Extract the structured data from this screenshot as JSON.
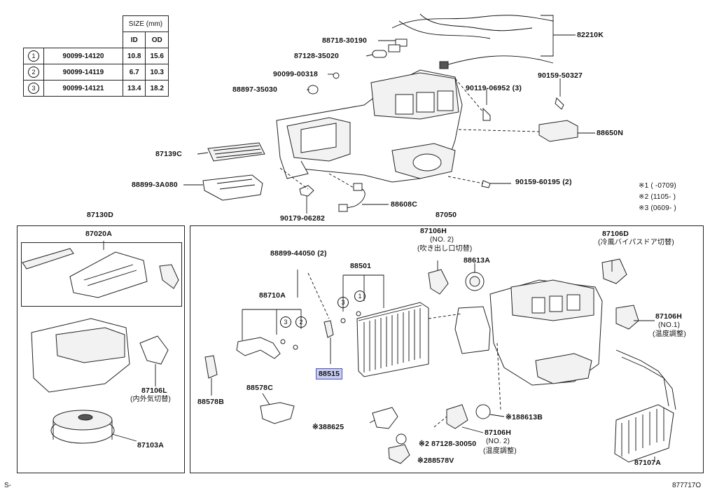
{
  "size_table": {
    "header_size": "SIZE (mm)",
    "header_id": "ID",
    "header_od": "OD",
    "rows": [
      {
        "mark": "1",
        "part": "90099-14120",
        "id": "10.8",
        "od": "15.6"
      },
      {
        "mark": "2",
        "part": "90099-14119",
        "id": "6.7",
        "od": "10.3"
      },
      {
        "mark": "3",
        "part": "90099-14121",
        "id": "13.4",
        "od": "18.2"
      }
    ]
  },
  "notes": {
    "n1": "※1 (       -0709)",
    "n2": "※2 (1105-       )",
    "n3": "※3 (0609-       )"
  },
  "labels": {
    "l82210k": "82210K",
    "l8871830190": "88718-30190",
    "l8712835020": "87128-35020",
    "l9009900318": "90099-00318",
    "l8889735030": "88897-35030",
    "l9015950327": "90159-50327",
    "l9011906952": "90119-06952 (3)",
    "l88650n": "88650N",
    "l87139c": "87139C",
    "l888993a080": "88899-3A080",
    "l9015960195": "90159-60195 (2)",
    "l88608c": "88608C",
    "l9017906282": "90179-06282",
    "l87130d": "87130D",
    "l87050": "87050",
    "l87020a": "87020A",
    "l87106h_top": "87106H",
    "l87106h_top_sub1": "(NO. 2)",
    "l87106h_top_sub2": "(吹き出し口切替)",
    "l87106d": "87106D",
    "l87106d_sub": "(冷風バイパスドア切替)",
    "l8889944050": "88899-44050 (2)",
    "l88501": "88501",
    "l88613a": "88613A",
    "l88710a": "88710A",
    "l87106h_right": "87106H",
    "l87106h_right_sub1": "(NO.1)",
    "l87106h_right_sub2": "(温度調整)",
    "l88515": "88515",
    "l87106l": "87106L",
    "l87106l_sub": "(内外気切替)",
    "l88578c": "88578C",
    "l88578b": "88578B",
    "l188613b": "※188613B",
    "l388625": "※388625",
    "l87106h_bot": "87106H",
    "l87128_30050": "※2 87128-30050",
    "l87106h_bot_sub1": "(NO. 2)",
    "l87106h_bot_sub2": "(温度調整)",
    "l88578v": "※288578V",
    "l87103a": "87103A",
    "l87107a": "87107A",
    "c1": "3",
    "c2": "1",
    "c3": "3",
    "c4": "2"
  },
  "footer": {
    "left": "S-",
    "right": "877717O"
  }
}
